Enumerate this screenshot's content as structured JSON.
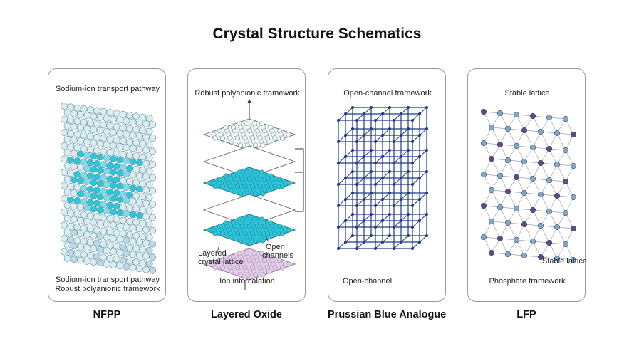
{
  "title": "Crystal Structure Schematics",
  "panels": [
    {
      "caption": "NFPP",
      "top_label": "Sodium-ion transport pathway",
      "bottom_label_1": "Sodium-ion transport pathway",
      "bottom_label_2": "Robust polyanionic framework"
    },
    {
      "caption": "Layered Oxide",
      "top_label": "Robust polyanionic framework",
      "left_label_1": "Layered",
      "left_label_2": "crystal lattice",
      "right_label_1": "Open",
      "right_label_2": "channels",
      "bottom_label": "Ion intercalation"
    },
    {
      "caption": "Prussian Blue Analogue",
      "top_label": "Open-channel framework",
      "bottom_label": "Open-channel"
    },
    {
      "caption": "LFP",
      "top_label": "Stable lattice",
      "right_label": "Stable lattice",
      "bottom_label": "Phosphate framework"
    }
  ],
  "colors": {
    "border": "#9a9a9a",
    "sphere_light": "#d6eef4",
    "sphere_cyan": "#2cc6dc",
    "layer_purple": "#e3cde8",
    "grid_blue": "#1e3a8a",
    "atom_purple": "#5b4a8e"
  }
}
